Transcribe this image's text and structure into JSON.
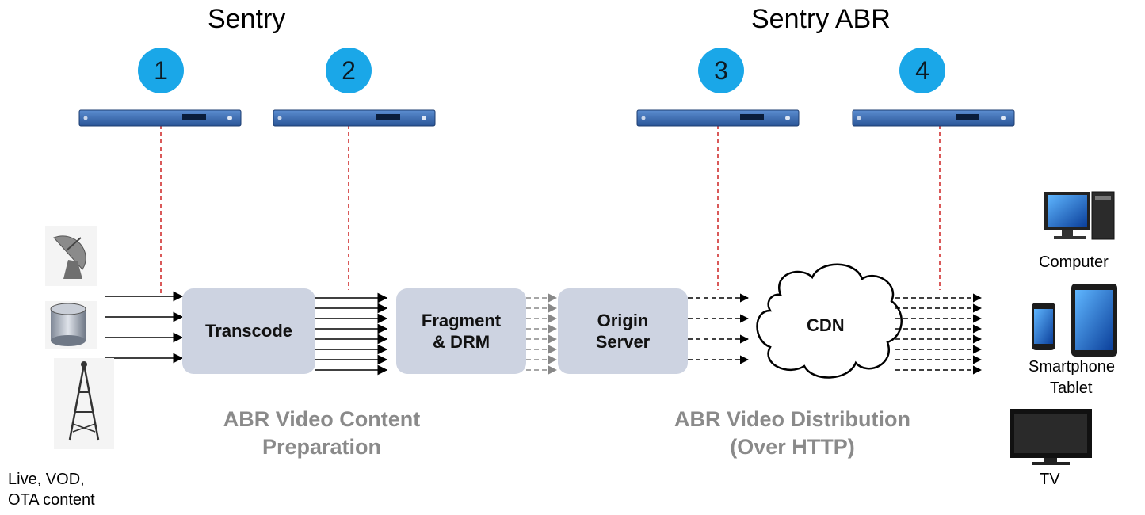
{
  "titles": {
    "left": "Sentry",
    "right": "Sentry ABR"
  },
  "badges": [
    "1",
    "2",
    "3",
    "4"
  ],
  "boxes": {
    "transcode": "Transcode",
    "fragment": "Fragment\n& DRM",
    "origin": "Origin\nServer",
    "cdn": "CDN"
  },
  "captions": {
    "preparation": "ABR Video Content\nPreparation",
    "distribution": "ABR Video Distribution\n(Over HTTP)"
  },
  "sources": {
    "label": "Live, VOD,\nOTA content",
    "icons": [
      "satellite-dish-icon",
      "database-icon",
      "broadcast-tower-icon"
    ]
  },
  "devices": {
    "computer": "Computer",
    "smartphone": "Smartphone",
    "tablet": "Tablet",
    "tv": "TV",
    "icons": [
      "desktop-computer-icon",
      "smartphone-icon",
      "tablet-icon",
      "tv-icon"
    ]
  },
  "colors": {
    "badge": "#1aa7e8",
    "box": "#cdd3e1",
    "caption": "#8a8a8a",
    "probe_line": "#d03030",
    "appliance": "#3d6aa8"
  }
}
